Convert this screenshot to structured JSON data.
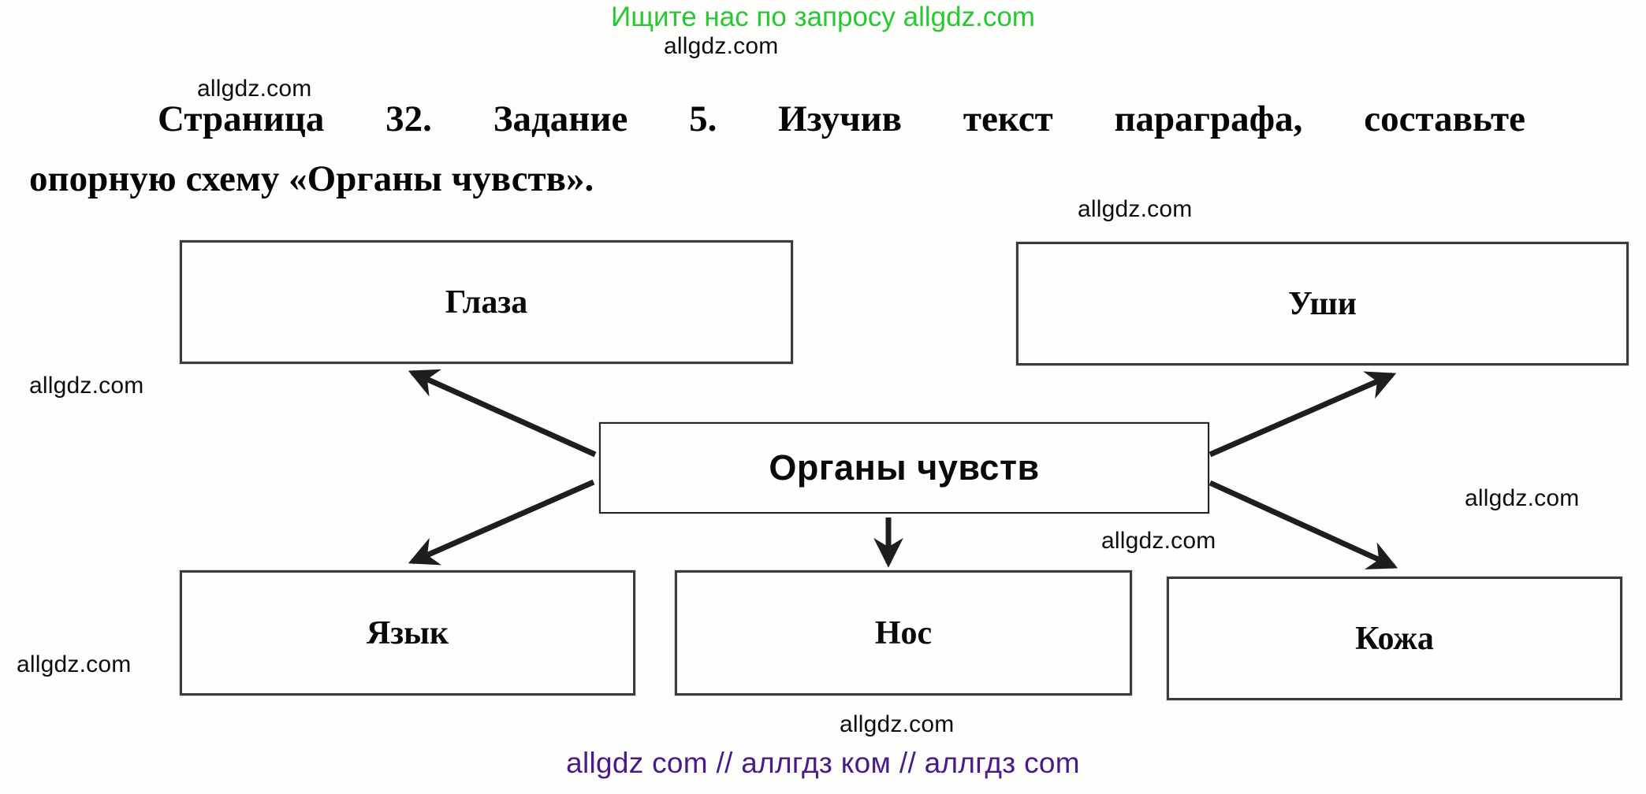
{
  "header": {
    "promo_text": "Ищите нас по запросу allgdz.com"
  },
  "watermark_text": "allgdz.com",
  "task": {
    "title_line1": "Страница 32. Задание 5. Изучив текст параграфа, составьте",
    "title_line2": "опорную схему «Органы чувств»."
  },
  "diagram": {
    "center_label": "Органы чувств",
    "nodes": [
      {
        "id": "glaza",
        "label": "Глаза"
      },
      {
        "id": "ushi",
        "label": "Уши"
      },
      {
        "id": "yazyk",
        "label": "Язык"
      },
      {
        "id": "nos",
        "label": "Нос"
      },
      {
        "id": "kozha",
        "label": "Кожа"
      }
    ],
    "edges": [
      {
        "from": "Органы чувств",
        "to": "Глаза"
      },
      {
        "from": "Органы чувств",
        "to": "Уши"
      },
      {
        "from": "Органы чувств",
        "to": "Язык"
      },
      {
        "from": "Органы чувств",
        "to": "Нос"
      },
      {
        "from": "Органы чувств",
        "to": "Кожа"
      }
    ]
  },
  "footer": {
    "text": "allgdz com  //  аллгдз ком  //  аллгдз com"
  },
  "colors": {
    "promo_green": "#28c832",
    "footer_purple": "#4a1a8c",
    "ink": "#0e0e0e"
  }
}
